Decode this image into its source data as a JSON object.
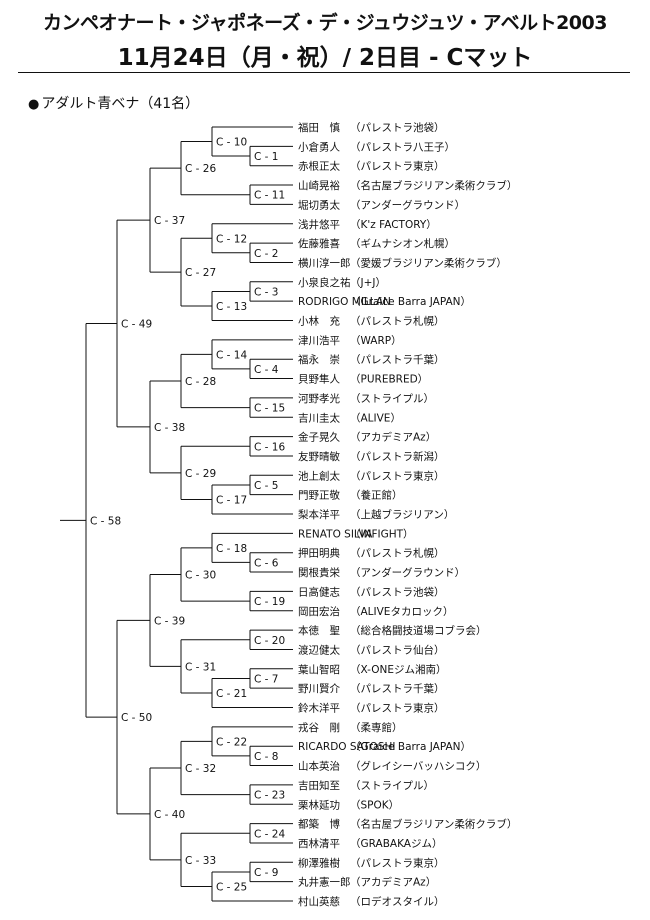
{
  "title_line1": "カンペオナート・ジャポネーズ・デ・ジュウジュツ・アベルト2003",
  "title_line2": "11月24日（月・祝）/ 2日目 - Cマット",
  "division": {
    "bullet": "●",
    "label": "アダルト青ベナ（41名）"
  },
  "competitors": [
    {
      "name": "福田　慎",
      "team": "（パレストラ池袋）"
    },
    {
      "name": "小倉勇人",
      "team": "（パレストラ八王子）"
    },
    {
      "name": "赤根正太",
      "team": "（パレストラ東京）"
    },
    {
      "name": "山崎晃裕",
      "team": "（名古屋ブラジリアン柔術クラブ）"
    },
    {
      "name": "堀切勇太",
      "team": "（アンダーグラウンド）"
    },
    {
      "name": "浅井悠平",
      "team": "（K'z FACTORY）"
    },
    {
      "name": "佐藤雅喜",
      "team": "（ギムナシオン札幌）"
    },
    {
      "name": "横川淳一郎",
      "team": "（愛媛ブラジリアン柔術クラブ）"
    },
    {
      "name": "小泉良之祐",
      "team": "（J+J）"
    },
    {
      "name": "RODRIGO MILLAN",
      "team": "（Graice Barra JAPAN）"
    },
    {
      "name": "小林　充",
      "team": "（パレストラ札幌）"
    },
    {
      "name": "津川浩平",
      "team": "（WARP）"
    },
    {
      "name": "福永　崇",
      "team": "（パレストラ千葉）"
    },
    {
      "name": "貝野隼人",
      "team": "（PUREBRED）"
    },
    {
      "name": "河野孝光",
      "team": "（ストライプル）"
    },
    {
      "name": "吉川圭太",
      "team": "（ALIVE）"
    },
    {
      "name": "金子晃久",
      "team": "（アカデミアAz）"
    },
    {
      "name": "友野晴敏",
      "team": "（パレストラ新潟）"
    },
    {
      "name": "池上創太",
      "team": "（パレストラ東京）"
    },
    {
      "name": "門野正敬",
      "team": "（養正館）"
    },
    {
      "name": "梨本洋平",
      "team": "（上越ブラジリアン）"
    },
    {
      "name": "RENATO SILVA",
      "team": "（INFIGHT）"
    },
    {
      "name": "押田明典",
      "team": "（パレストラ札幌）"
    },
    {
      "name": "関根貴栄",
      "team": "（アンダーグラウンド）"
    },
    {
      "name": "日高健志",
      "team": "（パレストラ池袋）"
    },
    {
      "name": "岡田宏治",
      "team": "（ALIVEタカロック）"
    },
    {
      "name": "本徳　聖",
      "team": "（総合格闘技道場コブラ会）"
    },
    {
      "name": "渡辺健太",
      "team": "（パレストラ仙台）"
    },
    {
      "name": "葉山智昭",
      "team": "（X-ONEジム湘南）"
    },
    {
      "name": "野川賢介",
      "team": "（パレストラ千葉）"
    },
    {
      "name": "鈴木洋平",
      "team": "（パレストラ東京）"
    },
    {
      "name": "戎谷　剛",
      "team": "（柔専館）"
    },
    {
      "name": "RICARDO SATOSHI",
      "team": "（Graice Barra JAPAN）"
    },
    {
      "name": "山本英治",
      "team": "（グレイシーバッハシコク）"
    },
    {
      "name": "吉田知至",
      "team": "（ストライプル）"
    },
    {
      "name": "栗林延功",
      "team": "（SPOK）"
    },
    {
      "name": "都築　博",
      "team": "（名古屋ブラジリアン柔術クラブ）"
    },
    {
      "name": "西林清平",
      "team": "（GRABAKAジム）"
    },
    {
      "name": "柳澤雅樹",
      "team": "（パレストラ東京）"
    },
    {
      "name": "丸井憲一郎",
      "team": "（アカデミアAz）"
    },
    {
      "name": "村山英慈",
      "team": "（ロデオスタイル）"
    }
  ],
  "matches": [
    {
      "id": "C-1",
      "a": "p1",
      "b": "p2"
    },
    {
      "id": "C-2",
      "a": "p6",
      "b": "p7"
    },
    {
      "id": "C-3",
      "a": "p8",
      "b": "p9"
    },
    {
      "id": "C-4",
      "a": "p12",
      "b": "p13"
    },
    {
      "id": "C-5",
      "a": "p18",
      "b": "p19"
    },
    {
      "id": "C-6",
      "a": "p22",
      "b": "p23"
    },
    {
      "id": "C-7",
      "a": "p28",
      "b": "p29"
    },
    {
      "id": "C-8",
      "a": "p32",
      "b": "p33"
    },
    {
      "id": "C-9",
      "a": "p38",
      "b": "p39"
    },
    {
      "id": "C-10",
      "a": "p0",
      "b": "C-1"
    },
    {
      "id": "C-11",
      "a": "p3",
      "b": "p4"
    },
    {
      "id": "C-12",
      "a": "p5",
      "b": "C-2"
    },
    {
      "id": "C-13",
      "a": "C-3",
      "b": "p10"
    },
    {
      "id": "C-14",
      "a": "p11",
      "b": "C-4"
    },
    {
      "id": "C-15",
      "a": "p14",
      "b": "p15"
    },
    {
      "id": "C-16",
      "a": "p16",
      "b": "p17"
    },
    {
      "id": "C-17",
      "a": "C-5",
      "b": "p20"
    },
    {
      "id": "C-18",
      "a": "p21",
      "b": "C-6"
    },
    {
      "id": "C-19",
      "a": "p24",
      "b": "p25"
    },
    {
      "id": "C-20",
      "a": "p26",
      "b": "p27"
    },
    {
      "id": "C-21",
      "a": "C-7",
      "b": "p30"
    },
    {
      "id": "C-22",
      "a": "p31",
      "b": "C-8"
    },
    {
      "id": "C-23",
      "a": "p34",
      "b": "p35"
    },
    {
      "id": "C-24",
      "a": "p36",
      "b": "p37"
    },
    {
      "id": "C-25",
      "a": "C-9",
      "b": "p40"
    },
    {
      "id": "C-26",
      "a": "C-10",
      "b": "C-11"
    },
    {
      "id": "C-27",
      "a": "C-12",
      "b": "C-13"
    },
    {
      "id": "C-28",
      "a": "C-14",
      "b": "C-15"
    },
    {
      "id": "C-29",
      "a": "C-16",
      "b": "C-17"
    },
    {
      "id": "C-30",
      "a": "C-18",
      "b": "C-19"
    },
    {
      "id": "C-31",
      "a": "C-20",
      "b": "C-21"
    },
    {
      "id": "C-32",
      "a": "C-22",
      "b": "C-23"
    },
    {
      "id": "C-33",
      "a": "C-24",
      "b": "C-25"
    },
    {
      "id": "C-37",
      "a": "C-26",
      "b": "C-27"
    },
    {
      "id": "C-38",
      "a": "C-28",
      "b": "C-29"
    },
    {
      "id": "C-39",
      "a": "C-30",
      "b": "C-31"
    },
    {
      "id": "C-40",
      "a": "C-32",
      "b": "C-33"
    },
    {
      "id": "C-49",
      "a": "C-37",
      "b": "C-38"
    },
    {
      "id": "C-50",
      "a": "C-39",
      "b": "C-40"
    },
    {
      "id": "C-58",
      "a": "C-49",
      "b": "C-50"
    }
  ]
}
